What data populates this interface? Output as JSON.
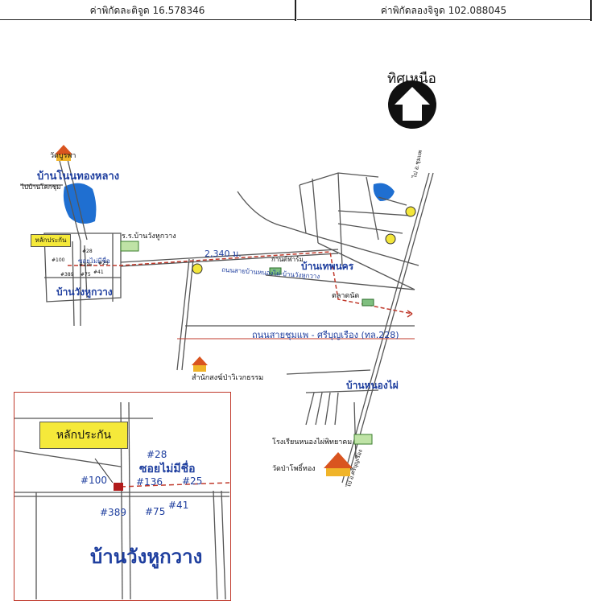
{
  "header": {
    "latitude_text": "ค่าพิกัดละติจูด 16.578346",
    "longitude_text": "ค่าพิกัดลองจิจูด 102.088045"
  },
  "compass": {
    "label": "ทิศเหนือ",
    "icon": "north-arrow-icon"
  },
  "map": {
    "villages": {
      "non_thong_lang": "บ้านโนนทองหลาง",
      "wang_hu_kwang": "บ้านวังหูกวาง",
      "thep_nakhon": "บ้านเทพนคร",
      "nong_phai": "บ้านหนองไผ่"
    },
    "places": {
      "wat_burapha": "วัดบูรพา",
      "school_wang_hu_kwang": "ร.ร.บ้านวังหูกวาง",
      "sam_nak_song": "สำนักสงฆ์ป่าวิเวกธรรม",
      "school_nong_phai": "โรงเรียนหนองไผ่พิทยาคม",
      "wat_pa_pho_thong": "วัดป่าโพธิ์ทอง",
      "kan_farm": "กานต์ฟาร์ม",
      "market": "ตลาดนัด",
      "to_ban_khok": "ไปบ้านโคกชุม",
      "to_right_top": "ไป อ.ชุมแพ",
      "to_right_bottom": "ไป อ.ศรีบุญเรือง"
    },
    "roads": {
      "main_highway": "ถนนสายชุมแพ - ศรีบุญเรือง (ทล.228)",
      "local_road": "ถนนสายบ้านหนองไผ่-บ้านวังหูกวาง",
      "distance": "2,340 ม."
    },
    "small_labels": {
      "stake": "หลักประกัน",
      "soi": "ซอยไม่มีชื่อ",
      "h28": "#28",
      "h100": "#100",
      "h136": "#136",
      "h25": "#25",
      "h389": "#389",
      "h75": "#75",
      "h41": "#41"
    },
    "markers": [
      "1",
      "2",
      "3"
    ]
  },
  "inset": {
    "stake_label": "หลักประกัน",
    "soi_label": "ซอยไม่มีชื่อ",
    "village_label": "บ้านวังหูกวาง",
    "house_numbers": {
      "h28": "#28",
      "h136": "#136",
      "h25": "#25",
      "h100": "#100",
      "h389": "#389",
      "h75": "#75",
      "h41": "#41"
    }
  },
  "colors": {
    "road": "#555555",
    "route": "#c0392b",
    "water": "#1f6fd1",
    "village_text": "#1f3f9f",
    "callout": "#f5e93a",
    "marker": "#f3e63a"
  }
}
